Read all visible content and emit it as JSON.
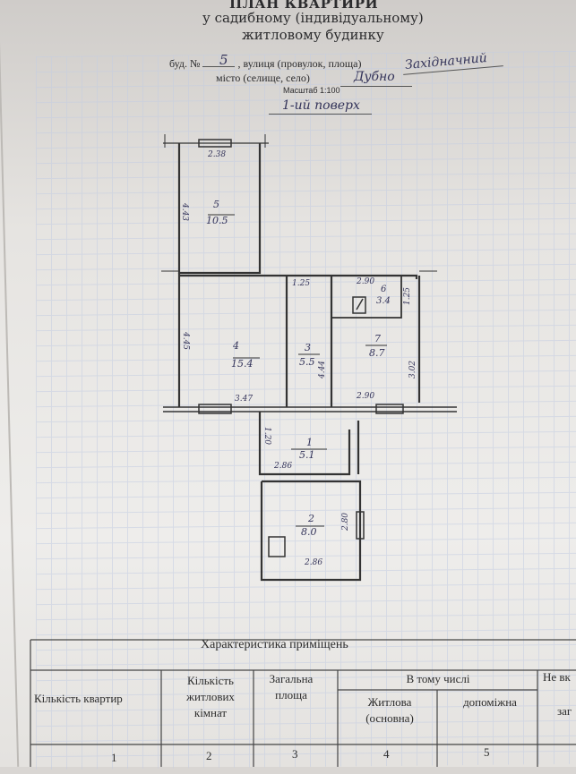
{
  "header": {
    "title": "ПЛАН КВАРТИРИ",
    "subtitle_1": "у садибному (індивідуальному)",
    "subtitle_2": "житловому будинку",
    "house_label": "буд. №",
    "house_number": "5",
    "street_label": ", вулиця (провулок, площа)",
    "street_value": "Західначний",
    "city_label": "місто (селище, село)",
    "city_value": "Дубно",
    "scale": "Масштаб 1:100",
    "floor": "1-ий поверх"
  },
  "rooms": [
    {
      "id": "5",
      "area": "10.5"
    },
    {
      "id": "4",
      "area": "15.4"
    },
    {
      "id": "3",
      "area": "5.5"
    },
    {
      "id": "6",
      "area": "3.4"
    },
    {
      "id": "7",
      "area": "8.7"
    },
    {
      "id": "1",
      "area": "5.1"
    },
    {
      "id": "2",
      "area": "8.0"
    }
  ],
  "dimensions": [
    "2.38",
    "4.43",
    "1.25",
    "2.90",
    "1.25",
    "4.45",
    "4.44",
    "3.02",
    "3.47",
    "2.90",
    "1.20",
    "2.86",
    "2.80",
    "2.86"
  ],
  "table": {
    "heading": "Характеристика приміщень",
    "col1": "Кількість квартир",
    "col2a": "Кількість",
    "col2b": "житлових",
    "col2c": "кімнат",
    "col3a": "Загальна",
    "col3b": "площа",
    "col4": "В тому числі",
    "col4a_1": "Житлова",
    "col4a_2": "(основна)",
    "col4b": "допоміжна",
    "col5": "Не вк",
    "col5b": "заг",
    "nums": [
      "1",
      "2",
      "3",
      "4",
      "5"
    ]
  }
}
